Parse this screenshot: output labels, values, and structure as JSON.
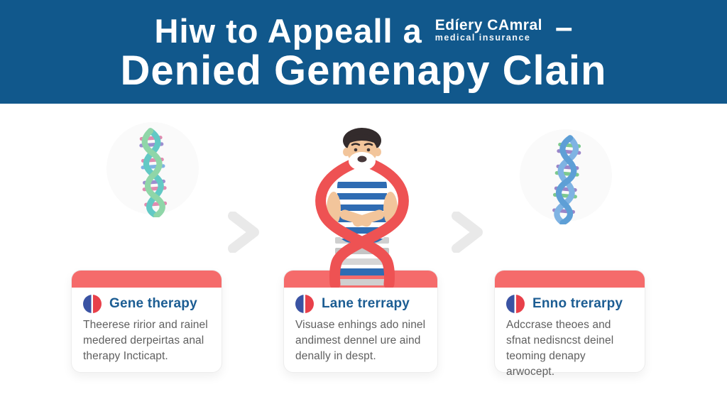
{
  "colors": {
    "header_bg": "#11588c",
    "accent_red": "#f56b6b",
    "helix_ribbon_red": "#ee5253",
    "card_title_blue": "#1c5d93",
    "body_text_gray": "#5f5f5f",
    "chevron_gray": "#e9e9e9",
    "stripe_blue": "#2f6cb3"
  },
  "header": {
    "title_line1": "Hiw to Appeall a",
    "title_line2": "Denied Gemenapy Clain",
    "brand_name": "Edíery CAmral",
    "brand_tagline": "medical insurance",
    "dash": "–"
  },
  "steps": {
    "icons": [
      "dna-helix-icon",
      "chevron-right-icon",
      "person-with-red-dna-ribbon",
      "chevron-right-icon",
      "dna-helix-icon"
    ],
    "cards": [
      {
        "icon": "half-blue-half-red-circle-icon",
        "title": "Gene therapy",
        "body": "Theerese ririor and rainel medered derpeirtas anal therapy Incticapt."
      },
      {
        "icon": "half-blue-half-red-circle-icon",
        "title": "Lane trerrapy",
        "body": "Visuase enhings ado ninel andimest dennel ure aind denally in despt."
      },
      {
        "icon": "half-blue-half-red-circle-icon",
        "title": "Enno trerarpy",
        "body": "Adccrase theoes and sfnat nedisncst deinel teoming denapy arwocept."
      }
    ]
  }
}
